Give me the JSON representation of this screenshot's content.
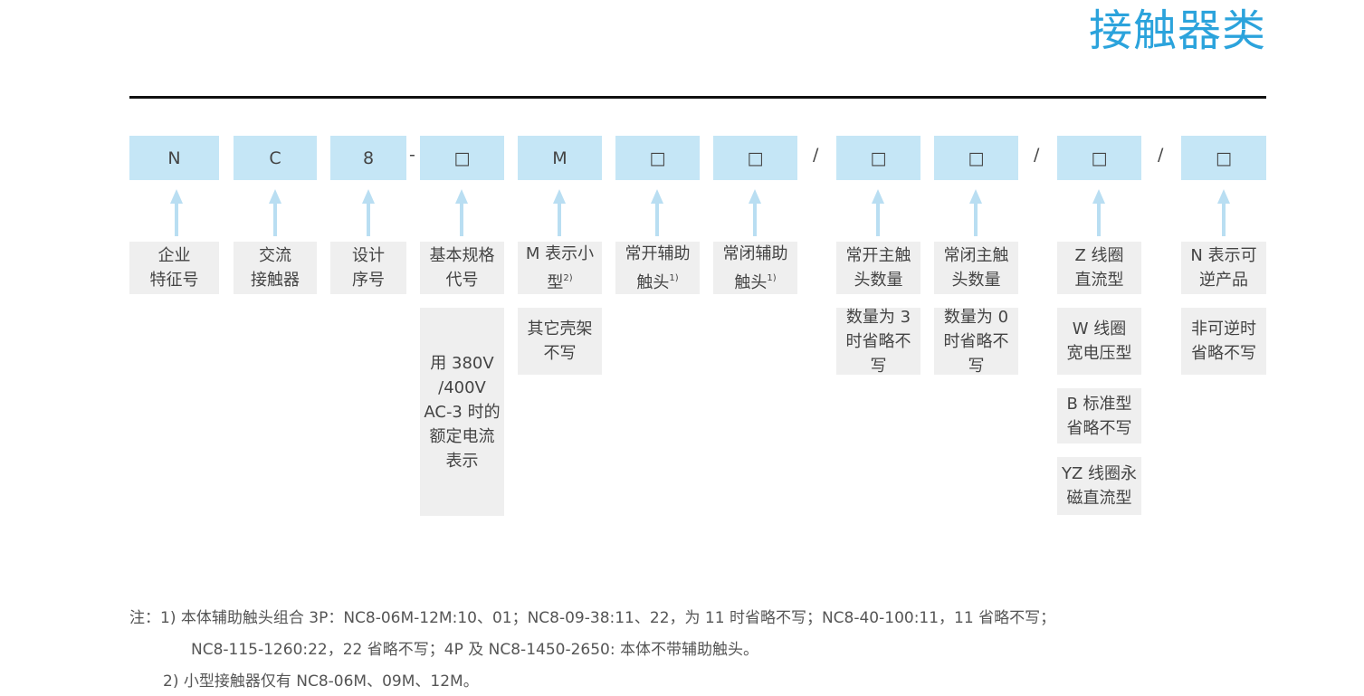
{
  "header": {
    "title": "接触器类"
  },
  "code": {
    "n": "N",
    "c": "C",
    "eight": "8",
    "dash": "-",
    "box1": "□",
    "m": "M",
    "box2": "□",
    "box3": "□",
    "slash1": "/",
    "box4": "□",
    "box5": "□",
    "slash2": "/",
    "box6": "□",
    "slash3": "/",
    "box7": "□"
  },
  "labels": {
    "n": "企业\n特征号",
    "c": "交流\n接触器",
    "eight": "设计\n序号",
    "box1": "基本规格\n代号",
    "m": "M 表示小\n型",
    "m_sup": "2)",
    "box2": "常开辅助\n触头",
    "box2_sup": "1)",
    "box3": "常闭辅助\n触头",
    "box3_sup": "1)",
    "box4": "常开主触\n头数量",
    "box5": "常闭主触\n头数量",
    "box6": "Z 线圈\n直流型",
    "box7": "N 表示可\n逆产品"
  },
  "details": {
    "box1": "用 380V\n/400V\nAC-3 时的\n额定电流\n表示",
    "m": "其它壳架\n不写",
    "box4": "数量为 3\n时省略不\n写",
    "box5": "数量为 0\n时省略不\n写",
    "box6_w": "W 线圈\n宽电压型",
    "box6_b": "B 标准型\n省略不写",
    "box6_yz": "YZ 线圈永\n磁直流型",
    "box7": "非可逆时\n省略不写"
  },
  "notes": {
    "line1": "注：1) 本体辅助触头组合 3P：NC8-06M-12M:10、01；NC8-09-38:11、22，为 11 时省略不写；NC8-40-100:11，11 省略不写；",
    "line2": "NC8-115-1260:22，22 省略不写；4P 及 NC8-1450-2650: 本体不带辅助触头。",
    "line3": "2) 小型接触器仅有 NC8-06M、09M、12M。"
  },
  "colors": {
    "accent": "#2ba3dc",
    "code_cell": "#c5e6f6",
    "desc_cell": "#efefef",
    "arrow": "#b9def2"
  }
}
